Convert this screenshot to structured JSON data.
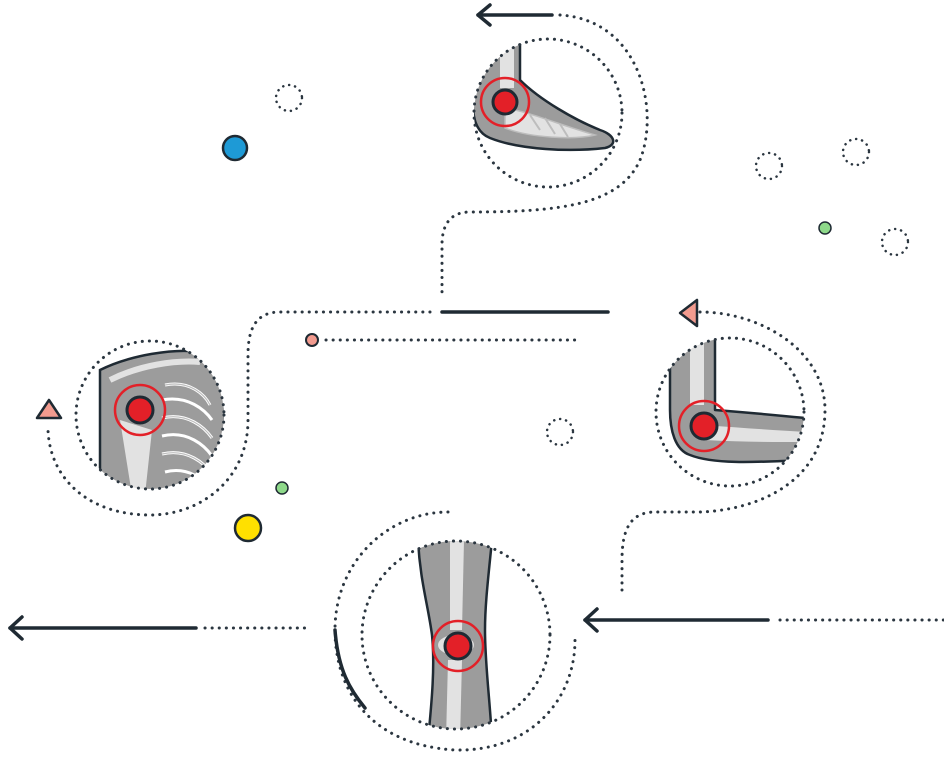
{
  "colors": {
    "outline": "#1f2a33",
    "dotted": "#2b3640",
    "bone": "#bdbdbd",
    "bone_light": "#e2e2e2",
    "skin": "#9c9c9c",
    "marker_red": "#e32028",
    "ring_red": "#e32028",
    "blue": "#1e9ad6",
    "yellow": "#ffe000",
    "green": "#8ed98a",
    "salmon": "#f29b8f"
  },
  "joints": [
    {
      "name": "ankle",
      "icon": "ankle-joint-icon"
    },
    {
      "name": "shoulder",
      "icon": "shoulder-joint-icon"
    },
    {
      "name": "elbow",
      "icon": "elbow-joint-icon"
    },
    {
      "name": "knee",
      "icon": "knee-joint-icon"
    }
  ],
  "decorations": {
    "arrows": [
      "arrow-left-top",
      "arrow-left-bottom",
      "arrow-left-knee"
    ],
    "triangles": [
      "salmon-triangle-left",
      "salmon-triangle-right"
    ],
    "dots": [
      "blue-dot",
      "yellow-dot",
      "green-dot-small",
      "green-dot-right",
      "salmon-dot"
    ]
  }
}
